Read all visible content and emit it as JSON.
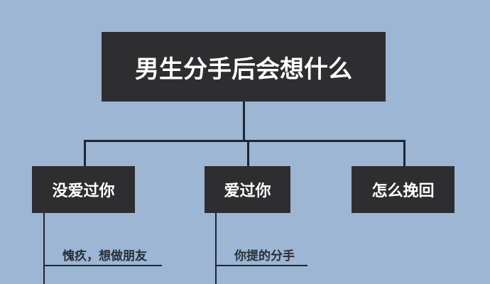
{
  "title": "男生分手后会想什么",
  "branches": [
    {
      "label": "没爱过你",
      "sub": "愧疚，想做朋友"
    },
    {
      "label": "爱过你",
      "sub": "你提的分手"
    },
    {
      "label": "怎么挽回"
    }
  ]
}
